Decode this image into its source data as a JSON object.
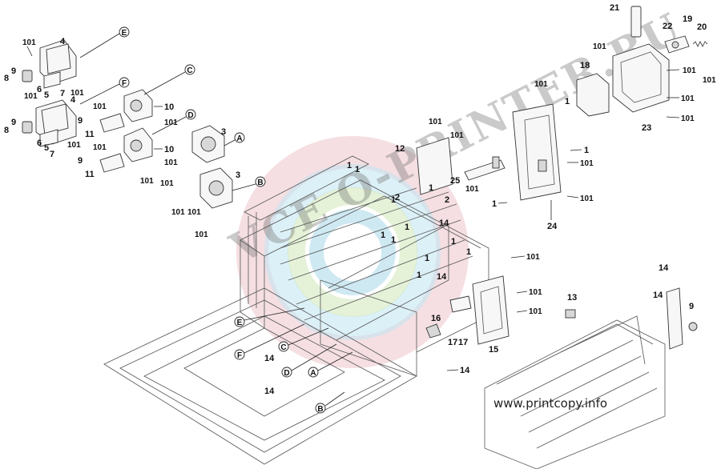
{
  "diagram": {
    "site_credit": "www.printcopy.info",
    "watermark": "VCE O-PRINTER.RU",
    "callout_letters": [
      "E",
      "F",
      "C",
      "D",
      "A",
      "B"
    ],
    "part_numbers": [
      "1",
      "2",
      "3",
      "4",
      "5",
      "6",
      "7",
      "8",
      "9",
      "10",
      "11",
      "12",
      "13",
      "14",
      "15",
      "16",
      "17",
      "18",
      "19",
      "20",
      "21",
      "22",
      "23",
      "24",
      "25",
      "101"
    ]
  }
}
